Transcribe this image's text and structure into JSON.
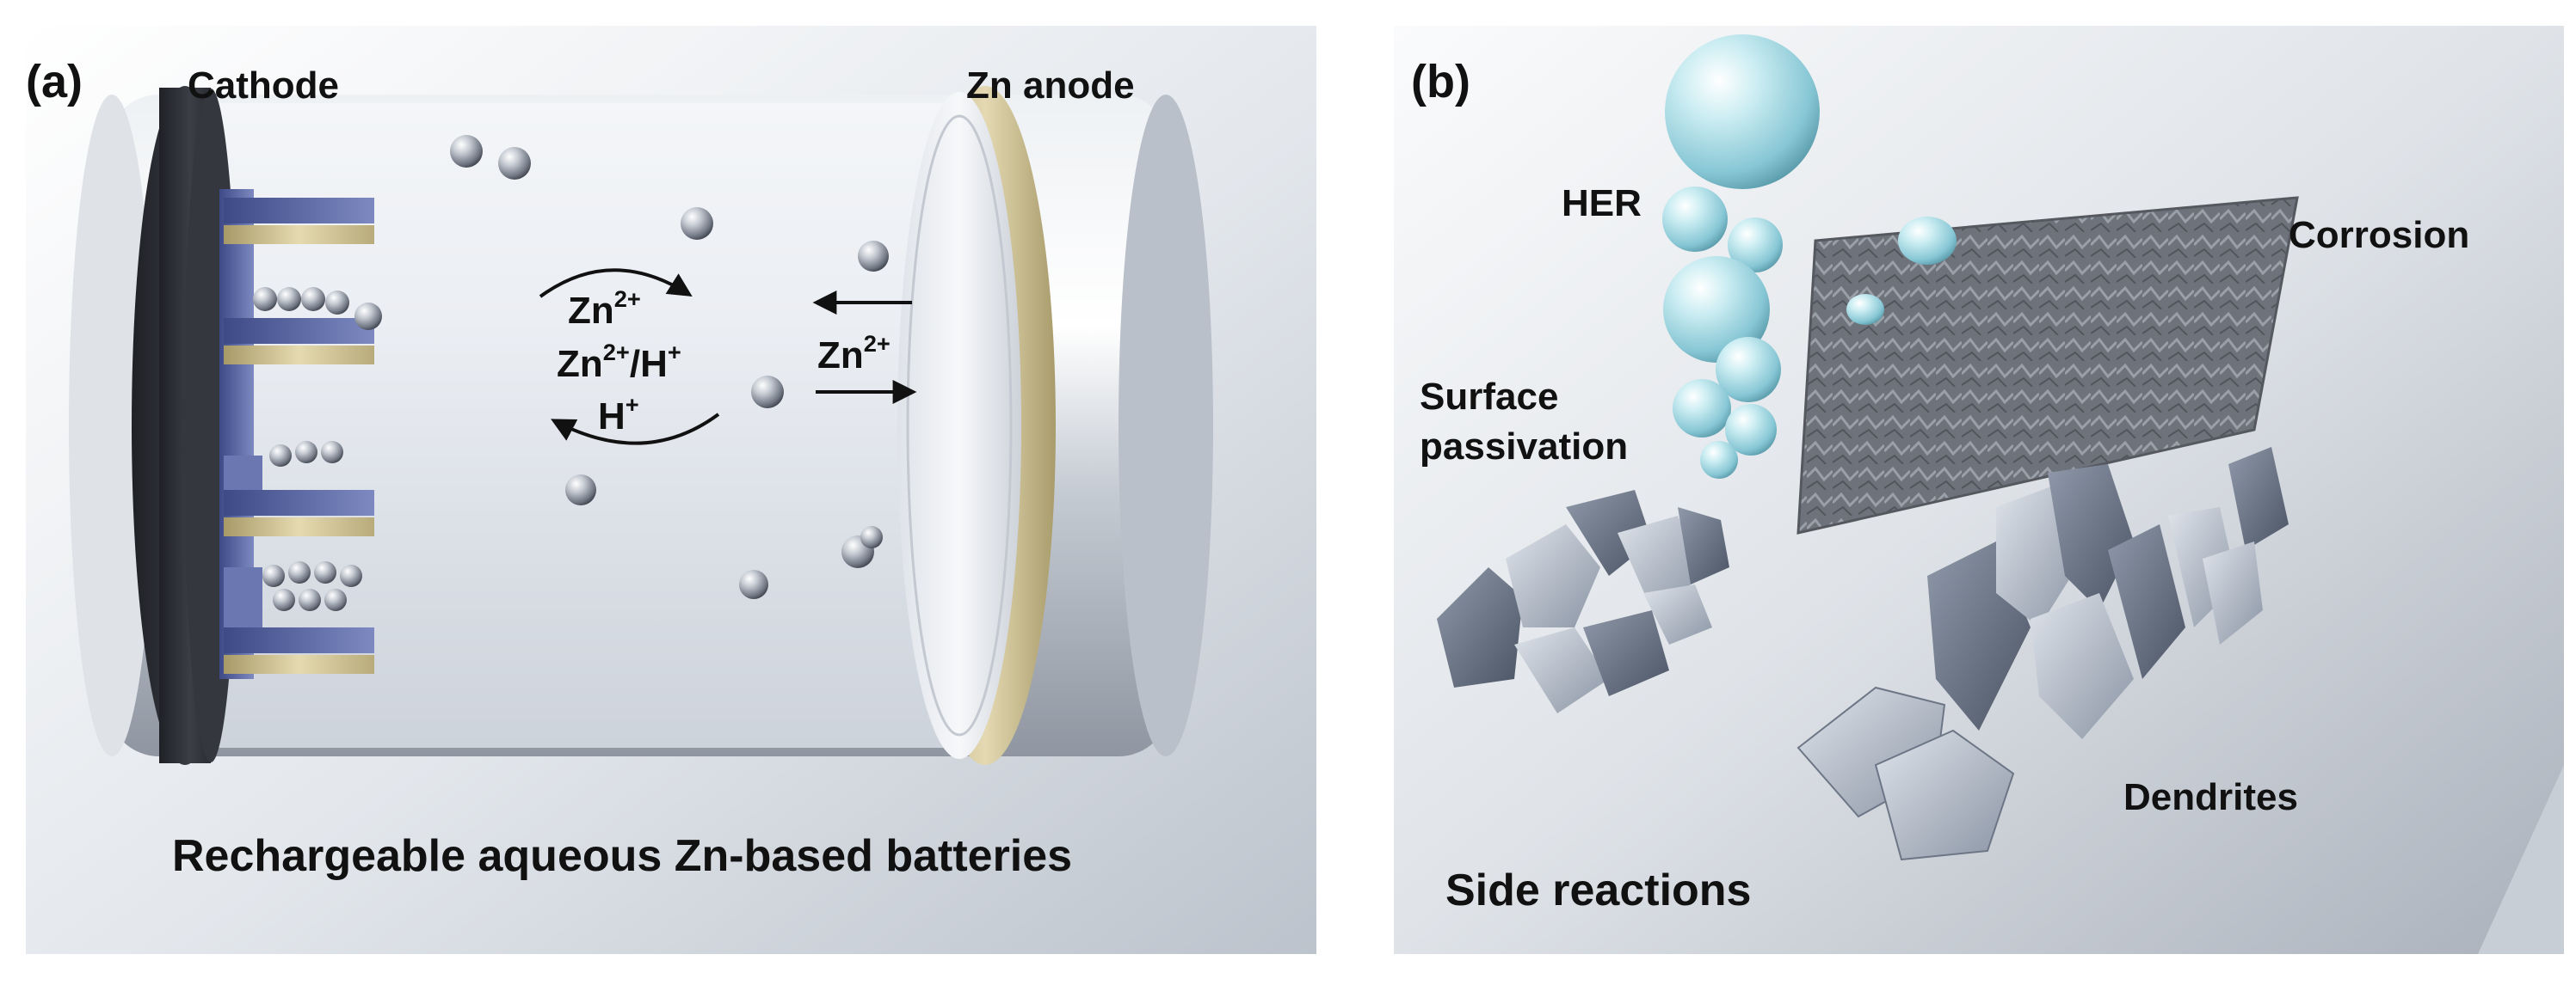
{
  "panel_a": {
    "letter": "(a)",
    "cathode_label": "Cathode",
    "anode_label": "Zn anode",
    "ion_top": {
      "base": "Zn",
      "sup": "2+"
    },
    "ion_mid": {
      "base1": "Zn",
      "sup1": "2+",
      "sep": "/H",
      "sup2": "+"
    },
    "ion_bottom": {
      "base": "H",
      "sup": "+"
    },
    "ion_right": {
      "base": "Zn",
      "sup": "2+"
    },
    "caption": "Rechargeable aqueous Zn-based batteries"
  },
  "panel_b": {
    "letter": "(b)",
    "her_label": "HER",
    "corrosion_label": "Corrosion",
    "passivation_line1": "Surface",
    "passivation_line2": "passivation",
    "dendrites_label": "Dendrites",
    "caption": "Side reactions"
  },
  "colors": {
    "cell_silver": "#c9ced6",
    "cathode_dark": "#2b2d33",
    "cathode_blue": "#5a67a6",
    "cathode_gold": "#cdbf8e",
    "anode_gold": "#c8bb8a",
    "droplet": "#a6dbe6",
    "crystal": "#8f9aab"
  }
}
